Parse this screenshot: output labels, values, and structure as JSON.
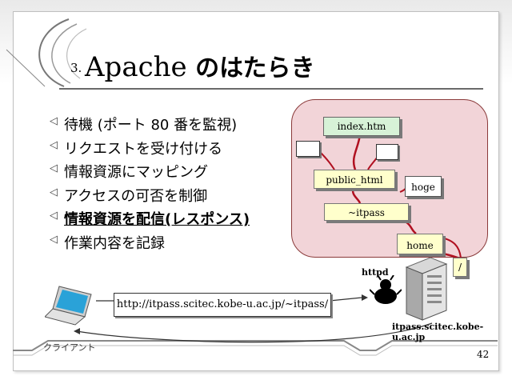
{
  "slide": {
    "title_number": "3.",
    "title_latin": "Apache",
    "title_jp": " のはたらき",
    "page_number": "42"
  },
  "bullets": [
    {
      "text": "待機 (ポート 80 番を監視)"
    },
    {
      "text": "リクエストを受け付ける"
    },
    {
      "text": "情報資源にマッピング"
    },
    {
      "text": "アクセスの可否を制御"
    },
    {
      "text": "情報資源を配信(レスポンス)"
    },
    {
      "text": "作業内容を記録"
    }
  ],
  "diagram": {
    "index_file": "index.htm",
    "public_dir": "public_html",
    "hoge": "hoge",
    "itpass_dir": "~itpass",
    "home_dir": "home",
    "root_dir": "/",
    "httpd": "httpd",
    "server_name": "itpass.scitec.kobe-u.ac.jp",
    "client_label": "クライアント",
    "url": "http://itpass.scitec.kobe-u.ac.jp/~itpass/"
  },
  "colors": {
    "panel_fill": "#f2d4d8",
    "panel_border": "#8a3a3a",
    "tree_line": "#b01020",
    "node_fill": "#ffffcc",
    "index_fill": "#d7f2d7"
  }
}
